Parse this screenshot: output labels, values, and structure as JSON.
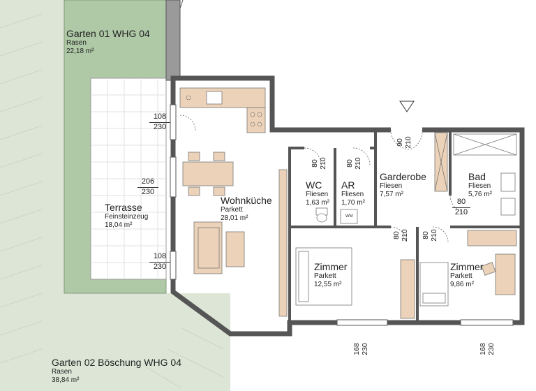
{
  "rooms": {
    "garten01": {
      "name": "Garten 01 WHG 04",
      "material": "Rasen",
      "area": "22,18 m²"
    },
    "garten02": {
      "name": "Garten 02 Böschung WHG 04",
      "material": "Rasen",
      "area": "38,84 m²"
    },
    "terrasse": {
      "name": "Terrasse",
      "material": "Feinsteinzeug",
      "area": "18,04 m²"
    },
    "wohnkueche": {
      "name": "Wohnküche",
      "material": "Parkett",
      "area": "28,01 m²"
    },
    "wc": {
      "name": "WC",
      "material": "Fliesen",
      "area": "1,63 m²"
    },
    "ar": {
      "name": "AR",
      "material": "Fliesen",
      "area": "1,70 m²"
    },
    "garderobe": {
      "name": "Garderobe",
      "material": "Fliesen",
      "area": "7,57 m²"
    },
    "bad": {
      "name": "Bad",
      "material": "Fliesen",
      "area": "5,76 m²"
    },
    "zimmer1": {
      "name": "Zimmer",
      "material": "Parkett",
      "area": "12,55 m²"
    },
    "zimmer2": {
      "name": "Zimmer",
      "material": "Parkett",
      "area": "9,86 m²"
    }
  },
  "dimensions": {
    "win1": {
      "w": "108",
      "h": "230"
    },
    "win2": {
      "w": "206",
      "h": "230"
    },
    "win3": {
      "w": "108",
      "h": "230"
    },
    "door_wc": {
      "w": "80",
      "h": "210"
    },
    "door_ar": {
      "w": "80",
      "h": "210"
    },
    "door_entry": {
      "w": "90",
      "h": "210"
    },
    "door_bad": {
      "w": "80",
      "h": "210"
    },
    "door_z1": {
      "w": "80",
      "h": "210"
    },
    "door_z2": {
      "w": "80",
      "h": "210"
    },
    "win_z1": {
      "w": "168",
      "h": "230"
    },
    "win_z2": {
      "w": "168",
      "h": "230"
    }
  },
  "appliance": {
    "wm": "WM"
  },
  "colors": {
    "garden": "#d7e2d0",
    "lawn": "#aec9a6",
    "wood": "#ecd2b8",
    "wall": "#5a5a5a",
    "wallFill": "#9a9a9a"
  }
}
